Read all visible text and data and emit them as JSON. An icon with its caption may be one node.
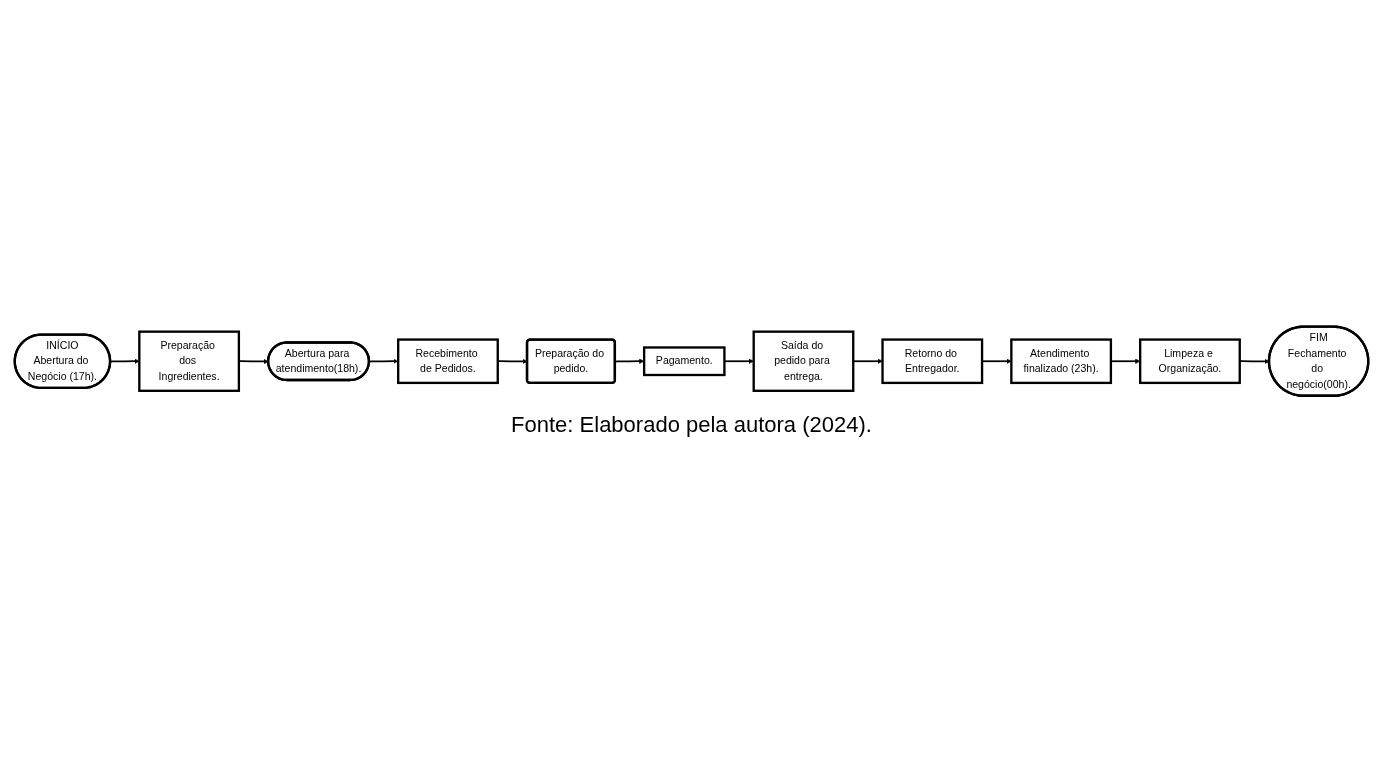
{
  "diagram": {
    "caption": "Fonte: Elaborado pela autora (2024).",
    "nodes": [
      {
        "text": [
          "INÍCIO",
          "Abertura do Negócio (17h)."
        ]
      },
      {
        "text": [
          "Preparação dos Ingredientes."
        ]
      },
      {
        "text": [
          "Abertura para atendimento(18h)."
        ]
      },
      {
        "text": [
          "Recebimento de Pedidos."
        ]
      },
      {
        "text": [
          "Preparação do pedido."
        ]
      },
      {
        "text": [
          "Pagamento."
        ]
      },
      {
        "text": [
          "Saída do pedido para entrega."
        ]
      },
      {
        "text": [
          "Retorno do Entregador."
        ]
      },
      {
        "text": [
          "Atendimento finalizado (23h)."
        ]
      },
      {
        "text": [
          "Limpeza e Organização."
        ]
      },
      {
        "text": [
          "FIM",
          "Fechamento do negócio(00h)."
        ]
      }
    ],
    "edges": [
      {
        "from": 0,
        "to": 1,
        "arrow": "to"
      },
      {
        "from": 1,
        "to": 2,
        "arrow": "to"
      },
      {
        "from": 2,
        "to": 3,
        "arrow": "to"
      },
      {
        "from": 3,
        "to": 4,
        "arrow": "to"
      },
      {
        "from": 4,
        "to": 5,
        "arrow": "to"
      },
      {
        "from": 5,
        "to": 6,
        "arrow": "to"
      },
      {
        "from": 6,
        "to": 7,
        "arrow": "to"
      },
      {
        "from": 7,
        "to": 8,
        "arrow": "to"
      },
      {
        "from": 8,
        "to": 9,
        "arrow": "to"
      },
      {
        "from": 9,
        "to": 10,
        "arrow": "to"
      }
    ]
  }
}
